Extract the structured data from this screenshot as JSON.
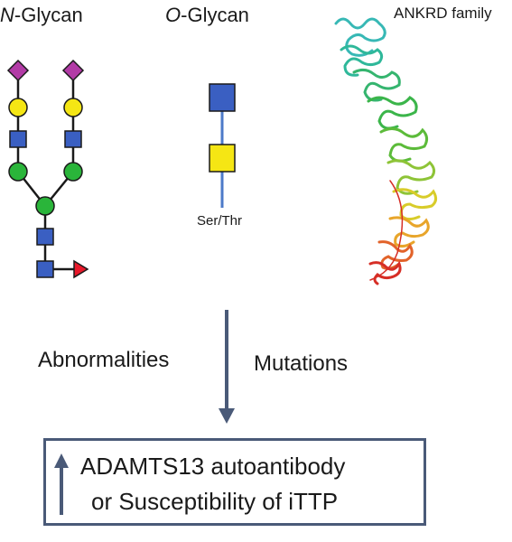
{
  "labels": {
    "n_glycan_prefix": "N",
    "n_glycan_suffix": "-Glycan",
    "o_glycan_prefix": "O",
    "o_glycan_suffix": "-Glycan",
    "ankrd": "ANKRD family",
    "ser_thr": "Ser/Thr",
    "abnormalities": "Abnormalities",
    "mutations": "Mutations"
  },
  "result": {
    "line1": "ADAMTS13 autoantibody",
    "line2": "or Susceptibility of iTTP"
  },
  "icons": {
    "sialic_acid": "purple-diamond",
    "galactose": "yellow-circle",
    "glcnac": "blue-square",
    "mannose": "green-circle",
    "fucose": "red-triangle",
    "galnac": "yellow-square"
  },
  "colors": {
    "sialic_acid": "#b23ba6",
    "galactose": "#f5e614",
    "glcnac": "#3a5fc2",
    "mannose": "#2ab53a",
    "fucose": "#e8182a",
    "arrow": "#4a5a78"
  }
}
